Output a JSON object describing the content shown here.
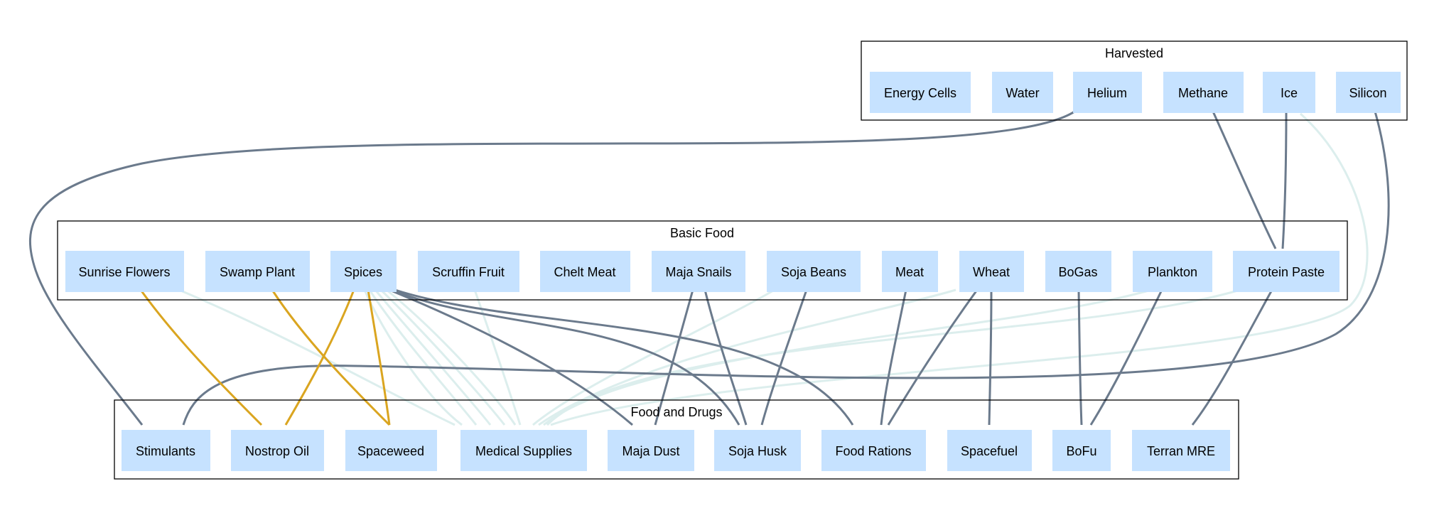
{
  "colors": {
    "node_fill": "#c6e2ff",
    "edge_default": "#6b7a8c",
    "edge_light": "#dceeed",
    "edge_highlight": "#daa520",
    "cluster_border": "#000000"
  },
  "clusters": {
    "harvested": {
      "label": "Harvested"
    },
    "basic_food": {
      "label": "Basic Food"
    },
    "food_and_drugs": {
      "label": "Food and Drugs"
    }
  },
  "nodes": {
    "energy_cells": "Energy Cells",
    "water": "Water",
    "helium": "Helium",
    "methane": "Methane",
    "ice": "Ice",
    "silicon": "Silicon",
    "sunrise_flowers": "Sunrise Flowers",
    "swamp_plant": "Swamp Plant",
    "spices": "Spices",
    "scruffin_fruit": "Scruffin Fruit",
    "chelt_meat": "Chelt Meat",
    "maja_snails": "Maja Snails",
    "soja_beans": "Soja Beans",
    "meat": "Meat",
    "wheat": "Wheat",
    "bogas": "BoGas",
    "plankton": "Plankton",
    "protein_paste": "Protein Paste",
    "stimulants": "Stimulants",
    "nostrop_oil": "Nostrop Oil",
    "spaceweed": "Spaceweed",
    "medical_supplies": "Medical Supplies",
    "maja_dust": "Maja Dust",
    "soja_husk": "Soja Husk",
    "food_rations": "Food Rations",
    "spacefuel": "Spacefuel",
    "bofu": "BoFu",
    "terran_mre": "Terran MRE"
  }
}
